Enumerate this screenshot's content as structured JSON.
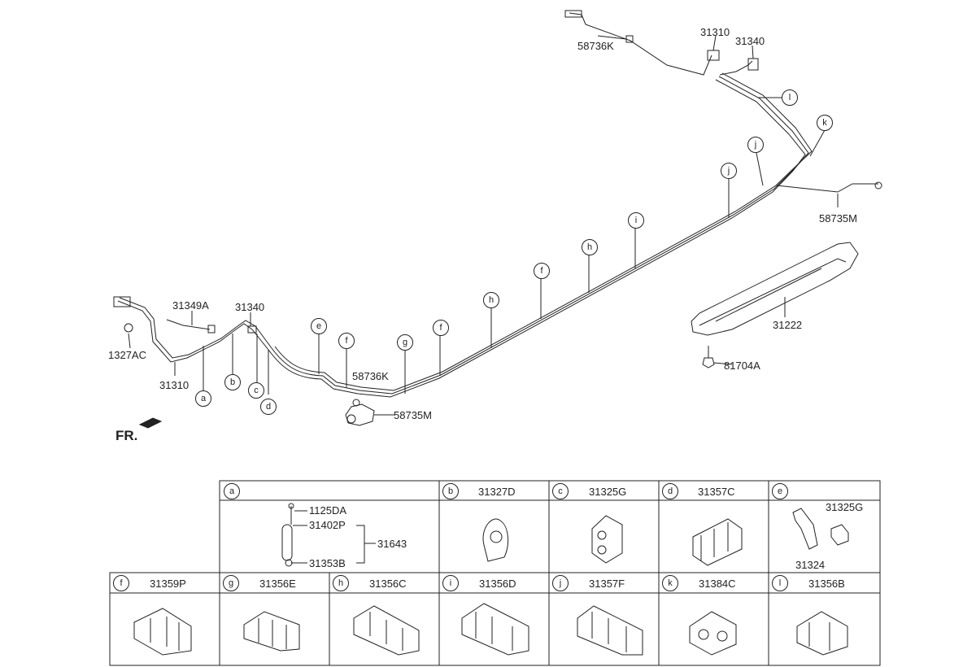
{
  "main_labels": [
    {
      "id": "lbl-58736k-top",
      "text": "58736K"
    },
    {
      "id": "lbl-31310-top",
      "text": "31310"
    },
    {
      "id": "lbl-31340-top",
      "text": "31340"
    },
    {
      "id": "lbl-58735m-right",
      "text": "58735M"
    },
    {
      "id": "lbl-31222",
      "text": "31222"
    },
    {
      "id": "lbl-81704a",
      "text": "81704A"
    },
    {
      "id": "lbl-31349a",
      "text": "31349A"
    },
    {
      "id": "lbl-31340-left",
      "text": "31340"
    },
    {
      "id": "lbl-1327ac",
      "text": "1327AC"
    },
    {
      "id": "lbl-31310-left",
      "text": "31310"
    },
    {
      "id": "lbl-58736k-mid",
      "text": "58736K"
    },
    {
      "id": "lbl-58735m-mid",
      "text": "58735M"
    }
  ],
  "callouts": [
    "a",
    "b",
    "c",
    "d",
    "e",
    "f",
    "g",
    "f",
    "h",
    "f",
    "h",
    "i",
    "j",
    "j",
    "k",
    "l"
  ],
  "front_marker": "FR.",
  "parts_table": {
    "row1": [
      {
        "letter": "a",
        "part": ""
      },
      {
        "letter": "b",
        "part": "31327D"
      },
      {
        "letter": "c",
        "part": "31325G"
      },
      {
        "letter": "d",
        "part": "31357C"
      },
      {
        "letter": "e",
        "part": ""
      }
    ],
    "row2": [
      {
        "letter": "f",
        "part": "31359P"
      },
      {
        "letter": "g",
        "part": "31356E"
      },
      {
        "letter": "h",
        "part": "31356C"
      },
      {
        "letter": "i",
        "part": "31356D"
      },
      {
        "letter": "j",
        "part": "31357F"
      },
      {
        "letter": "k",
        "part": "31384C"
      },
      {
        "letter": "l",
        "part": "31356B"
      }
    ],
    "a_sub_labels": [
      "1125DA",
      "31402P",
      "31643",
      "31353B"
    ],
    "e_sub_labels": [
      "31325G",
      "31324"
    ]
  },
  "colors": {
    "line": "#222222",
    "background": "#ffffff"
  }
}
